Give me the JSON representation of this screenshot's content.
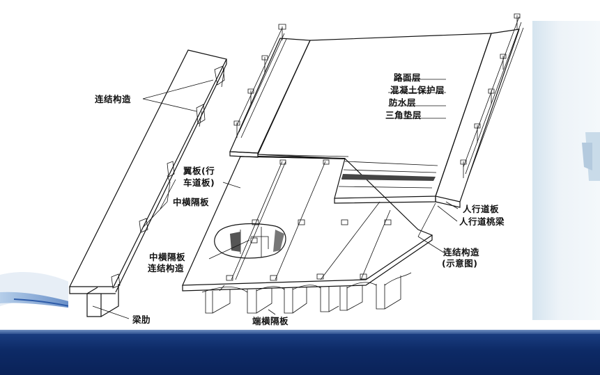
{
  "labels": {
    "connection": "连结构造",
    "mid_diaphragm": "中横隔板",
    "wing_plate_line1": "翼板(行",
    "wing_plate_line2": "车道板)",
    "mid_conn_line1": "中横隔板",
    "mid_conn_line2": "连结构造",
    "beam_rib": "梁肋",
    "end_diaphragm": "端横隔板",
    "pavement": "路面层",
    "concrete_protect": "混凝土保护层",
    "waterproof": "防水层",
    "triangle_pad": "三角垫层",
    "sidewalk_slab": "人行道板",
    "sidewalk_beam": "人行道桃梁",
    "conn_schematic_line1": "连结构造",
    "conn_schematic_line2": "(示意图)"
  },
  "colors": {
    "bottom_bar": "#0d2a66",
    "line": "#111111"
  }
}
